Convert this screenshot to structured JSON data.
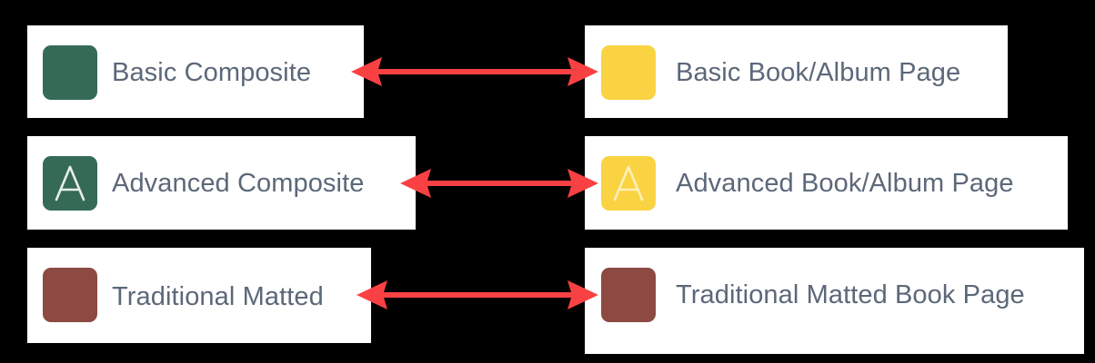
{
  "background_color": "#000000",
  "card_background": "#ffffff",
  "label_color": "#5c6879",
  "arrow_color": "#f94144",
  "palette": {
    "green": "#356b56",
    "yellow": "#fad343",
    "maroon": "#8c4a42"
  },
  "rows": [
    {
      "left": {
        "label": "Basic Composite",
        "icon": {
          "name": "green-rounded-square-icon",
          "color": "#356b56",
          "glyph": ""
        }
      },
      "right": {
        "label": "Basic Book/Album Page",
        "icon": {
          "name": "yellow-rounded-square-icon",
          "color": "#fad343",
          "glyph": ""
        }
      },
      "arrow": {
        "name": "double-headed-arrow",
        "direction": "both",
        "color": "#f94144"
      }
    },
    {
      "left": {
        "label": "Advanced Composite",
        "icon": {
          "name": "green-rounded-square-letter-a-icon",
          "color": "#356b56",
          "glyph": "A"
        }
      },
      "right": {
        "label": "Advanced Book/Album Page",
        "icon": {
          "name": "yellow-rounded-square-letter-a-icon",
          "color": "#fad343",
          "glyph": "A"
        }
      },
      "arrow": {
        "name": "double-headed-arrow",
        "direction": "both",
        "color": "#f94144"
      }
    },
    {
      "left": {
        "label": "Traditional Matted",
        "icon": {
          "name": "maroon-rounded-square-icon",
          "color": "#8c4a42",
          "glyph": ""
        }
      },
      "right": {
        "label": "Traditional Matted Book Page",
        "icon": {
          "name": "maroon-rounded-square-icon",
          "color": "#8c4a42",
          "glyph": ""
        }
      },
      "arrow": {
        "name": "double-headed-arrow",
        "direction": "both",
        "color": "#f94144"
      }
    }
  ]
}
